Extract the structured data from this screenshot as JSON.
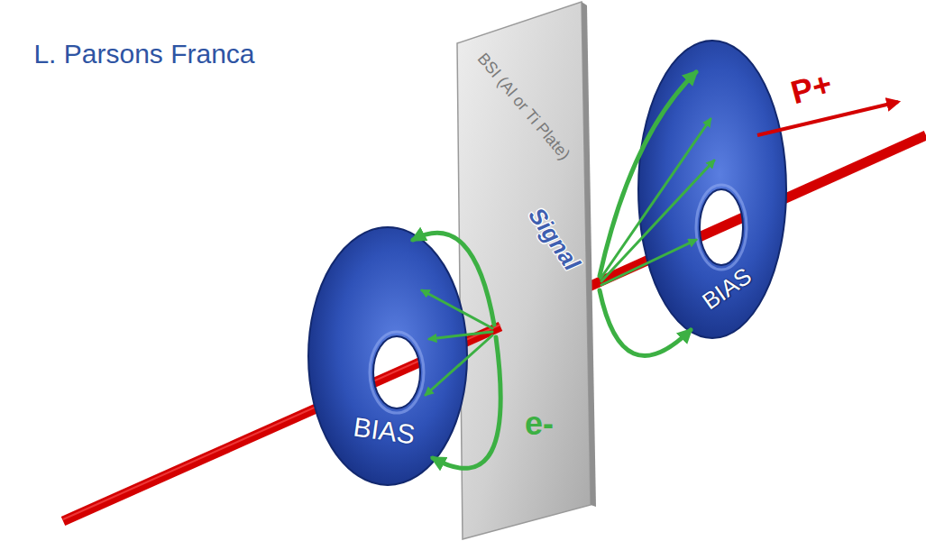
{
  "diagram": {
    "nodes": [
      {
        "text": [
          "BIAS"
        ]
      },
      {
        "text": [
          "BSI (Al or Ti Plate)",
          "Signal"
        ]
      },
      {
        "text": [
          "BIAS"
        ]
      }
    ],
    "labels": [
      "L. Parsons Franca",
      "P+",
      "e-"
    ]
  }
}
